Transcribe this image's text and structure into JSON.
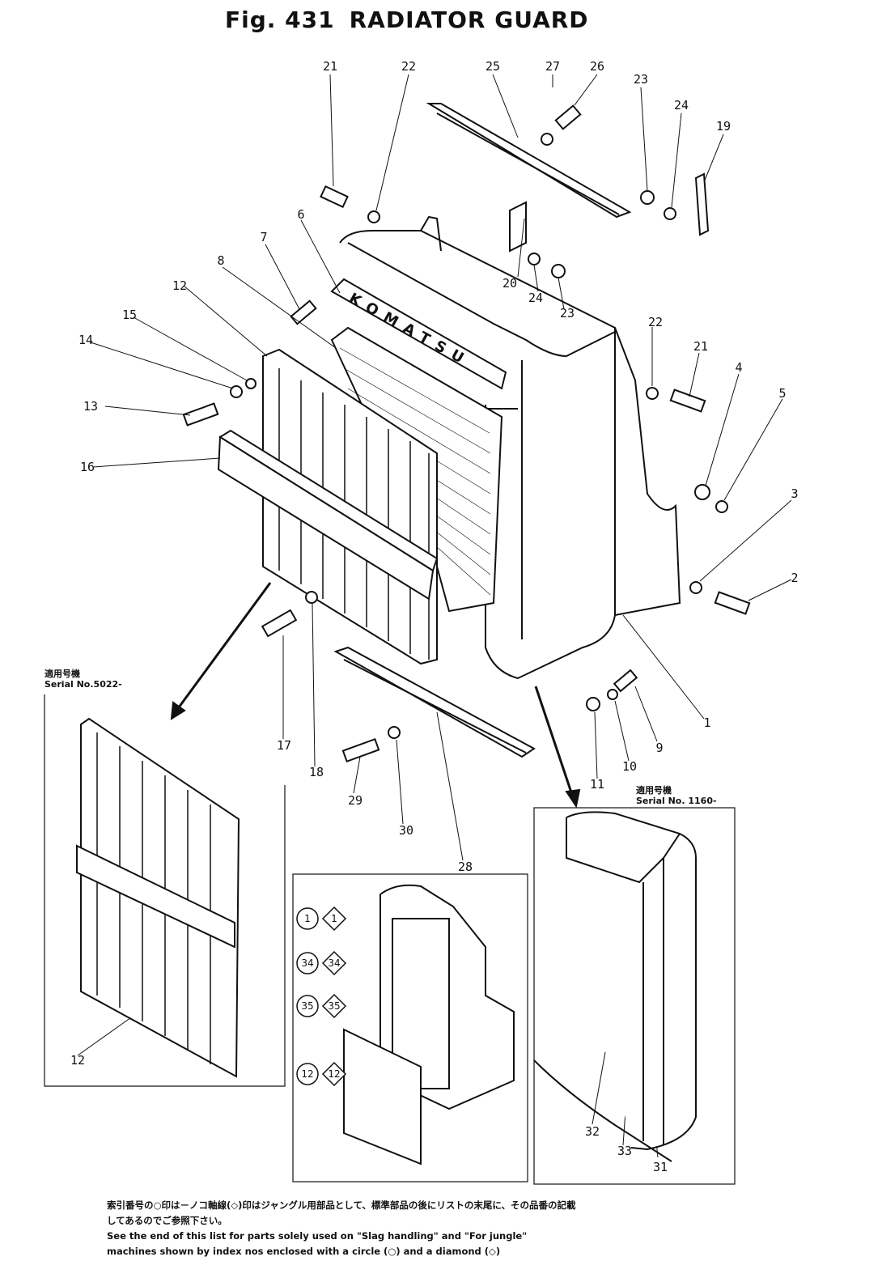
{
  "figure": {
    "number": "Fig. 431",
    "title": "RADIATOR GUARD"
  },
  "callouts": [
    {
      "id": "c21a",
      "text": "21"
    },
    {
      "id": "c22a",
      "text": "22"
    },
    {
      "id": "c25",
      "text": "25"
    },
    {
      "id": "c27",
      "text": "27"
    },
    {
      "id": "c26",
      "text": "26"
    },
    {
      "id": "c23a",
      "text": "23"
    },
    {
      "id": "c24a",
      "text": "24"
    },
    {
      "id": "c19",
      "text": "19"
    },
    {
      "id": "c6",
      "text": "6"
    },
    {
      "id": "c7",
      "text": "7"
    },
    {
      "id": "c8",
      "text": "8"
    },
    {
      "id": "c12a",
      "text": "12"
    },
    {
      "id": "c15",
      "text": "15"
    },
    {
      "id": "c14",
      "text": "14"
    },
    {
      "id": "c13",
      "text": "13"
    },
    {
      "id": "c16",
      "text": "16"
    },
    {
      "id": "c20",
      "text": "20"
    },
    {
      "id": "c24b",
      "text": "24"
    },
    {
      "id": "c23b",
      "text": "23"
    },
    {
      "id": "c22b",
      "text": "22"
    },
    {
      "id": "c21b",
      "text": "21"
    },
    {
      "id": "c4",
      "text": "4"
    },
    {
      "id": "c5",
      "text": "5"
    },
    {
      "id": "c3",
      "text": "3"
    },
    {
      "id": "c2",
      "text": "2"
    },
    {
      "id": "c1",
      "text": "1"
    },
    {
      "id": "c9",
      "text": "9"
    },
    {
      "id": "c10",
      "text": "10"
    },
    {
      "id": "c11",
      "text": "11"
    },
    {
      "id": "c17",
      "text": "17"
    },
    {
      "id": "c18",
      "text": "18"
    },
    {
      "id": "c29",
      "text": "29"
    },
    {
      "id": "c30",
      "text": "30"
    },
    {
      "id": "c28",
      "text": "28"
    },
    {
      "id": "c12b",
      "text": "12"
    },
    {
      "id": "c32",
      "text": "32"
    },
    {
      "id": "c33",
      "text": "33"
    },
    {
      "id": "c31",
      "text": "31"
    }
  ],
  "insets": {
    "left": {
      "label_jp": "適用号機",
      "serial": "Serial No.5022-"
    },
    "right": {
      "label_jp": "適用号機",
      "serial": "Serial No. 1160-"
    },
    "legend": [
      {
        "circle": "1",
        "diamond": "1"
      },
      {
        "circle": "34",
        "diamond": "34"
      },
      {
        "circle": "35",
        "diamond": "35"
      },
      {
        "circle": "12",
        "diamond": "12"
      }
    ]
  },
  "footer": {
    "line1": "索引番号の○印は－ノコ軸線(◇)印はジャングル用部品として、標準部品の後にリストの末尾に、その品番の記載",
    "line2": "してあるのでご参照下さい。",
    "line3": "See the end of this list for parts solely used on \"Slag handling\" and \"For jungle\"",
    "line4": "machines shown by index nos enclosed with a circle (○) and a diamond (◇)"
  }
}
